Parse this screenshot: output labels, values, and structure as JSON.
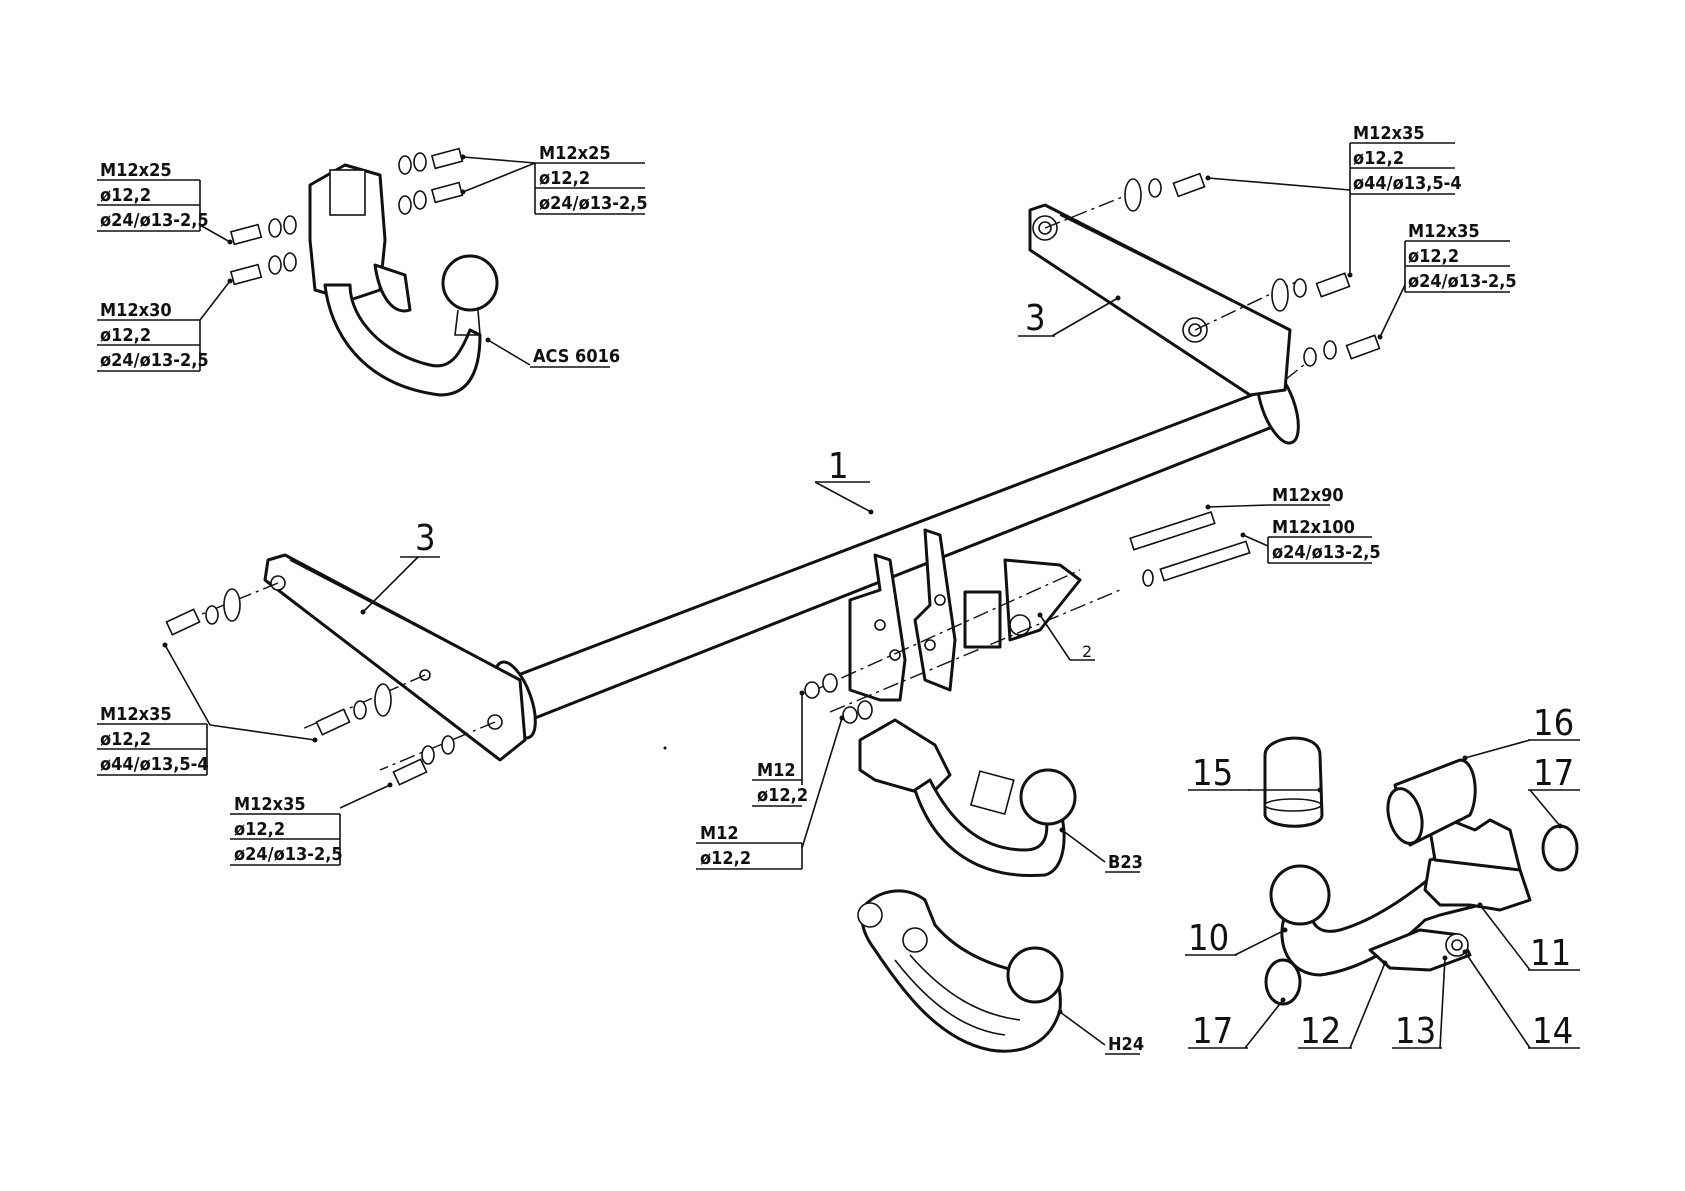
{
  "callouts": {
    "tl_top": [
      "M12x25",
      "ø12,2",
      "ø24/ø13-2,5"
    ],
    "tl_bot": [
      "M12x30",
      "ø12,2",
      "ø24/ø13-2,5"
    ],
    "tr_of_bracket": [
      "M12x25",
      "ø12,2",
      "ø24/ø13-2,5"
    ],
    "acs": "ACS 6016",
    "r_top": [
      "M12x35",
      "ø12,2",
      "ø44/ø13,5-4"
    ],
    "r_mid": [
      "M12x35",
      "ø12,2",
      "ø24/ø13-2,5"
    ],
    "m90": "M12x90",
    "m100": [
      "M12x100",
      "ø24/ø13-2,5"
    ],
    "l_mid": [
      "M12x35",
      "ø12,2",
      "ø44/ø13,5-4"
    ],
    "l_bot": [
      "M12x35",
      "ø12,2",
      "ø24/ø13-2,5"
    ],
    "m12_a": [
      "M12",
      "ø12,2"
    ],
    "m12_b": [
      "M12",
      "ø12,2"
    ],
    "b23": "B23",
    "h24": "H24"
  },
  "part_numbers": {
    "p1": "1",
    "p2": "2",
    "p3_left": "3",
    "p3_right": "3",
    "p10": "10",
    "p11": "11",
    "p12": "12",
    "p13": "13",
    "p14": "14",
    "p15": "15",
    "p16": "16",
    "p17_top": "17",
    "p17_bot": "17"
  }
}
